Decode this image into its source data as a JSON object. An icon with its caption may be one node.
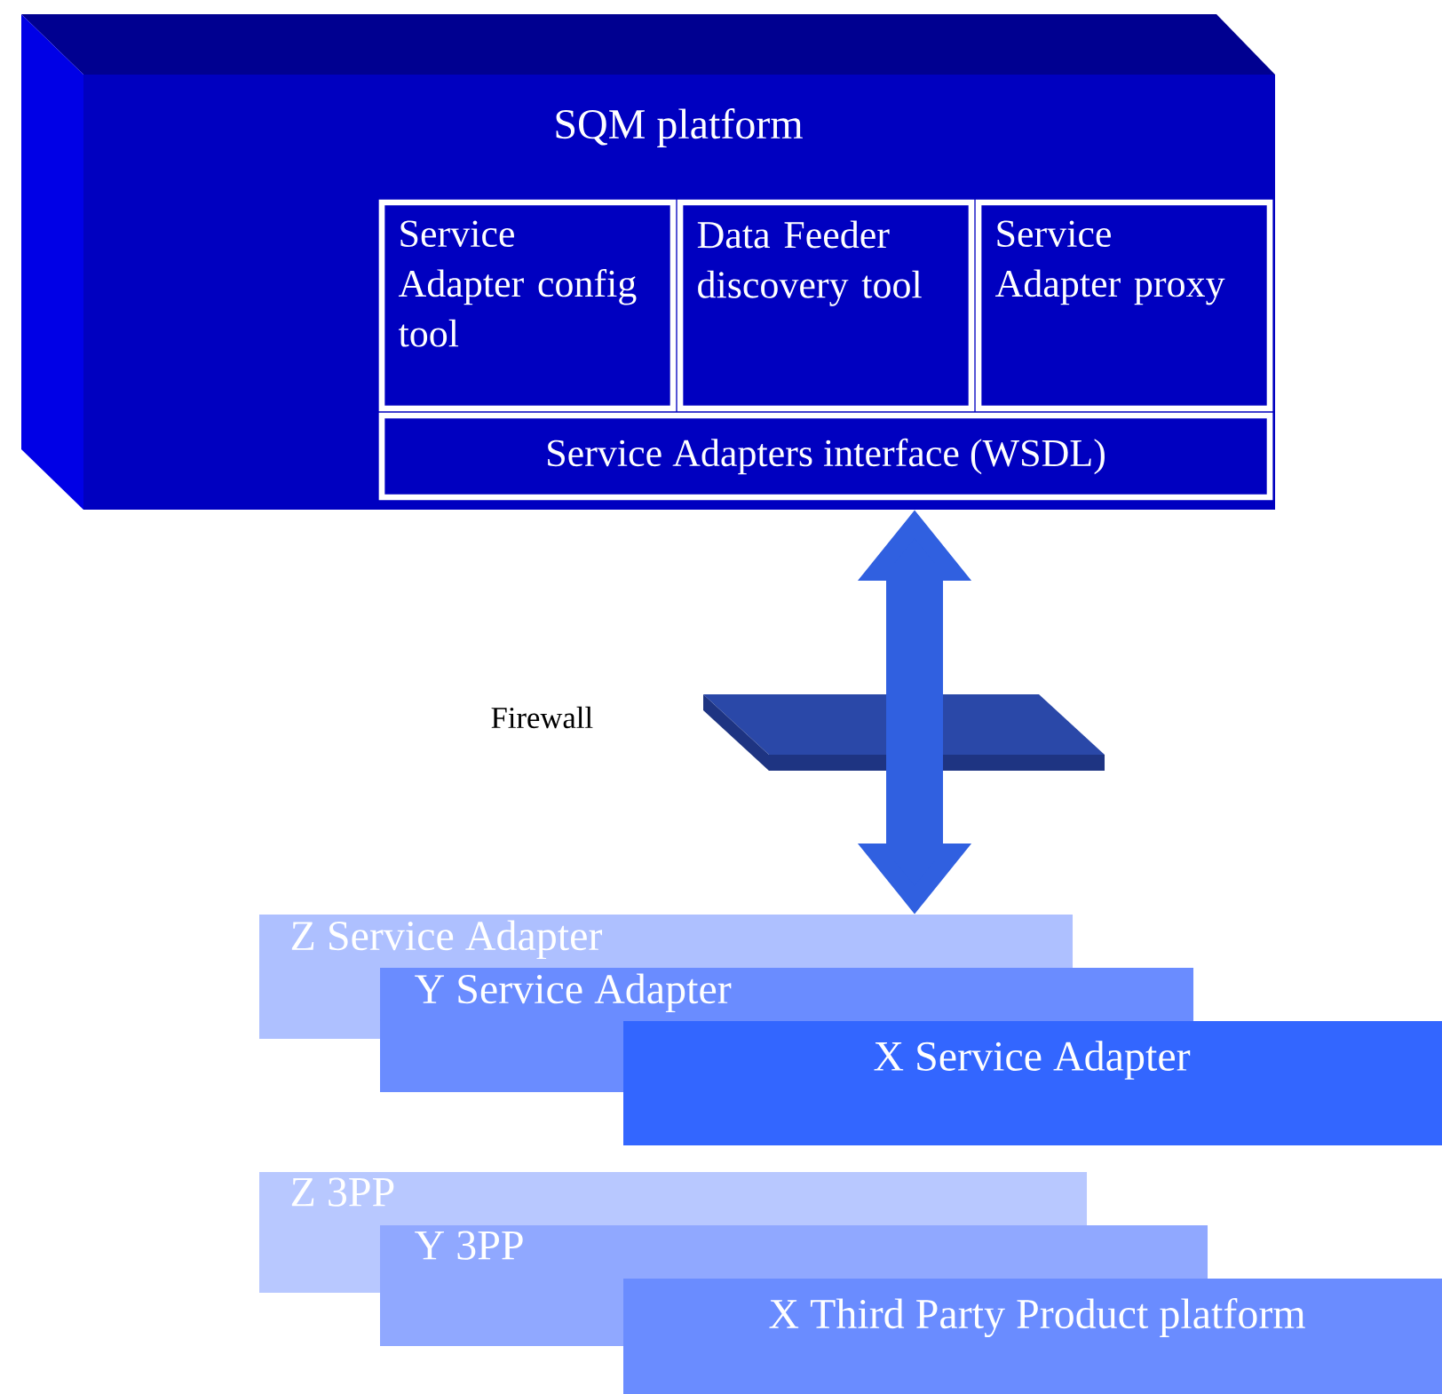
{
  "diagram": {
    "nodes": [
      {
        "text": [
          "SQM platform"
        ]
      },
      {
        "text": [
          "Service Adapter config tool"
        ],
        "in": 0
      },
      {
        "text": [
          "Data Feeder discovery tool"
        ],
        "in": 0
      },
      {
        "text": [
          "Service Adapter proxy"
        ],
        "in": 0
      },
      {
        "text": [
          "Service Adapters interface (WSDL)"
        ],
        "in": 0
      },
      {
        "text": [
          "Z Service Adapter"
        ]
      },
      {
        "text": [
          "Y Service Adapter"
        ]
      },
      {
        "text": [
          "X Service Adapter"
        ]
      },
      {
        "text": [
          "Z 3PP"
        ]
      },
      {
        "text": [
          "Y 3PP"
        ]
      },
      {
        "text": [
          "X Third Party Product platform"
        ]
      }
    ],
    "edges": [
      {
        "from": 0,
        "to": 5,
        "arrow": "both"
      }
    ],
    "labels": [
      "Firewall"
    ]
  }
}
